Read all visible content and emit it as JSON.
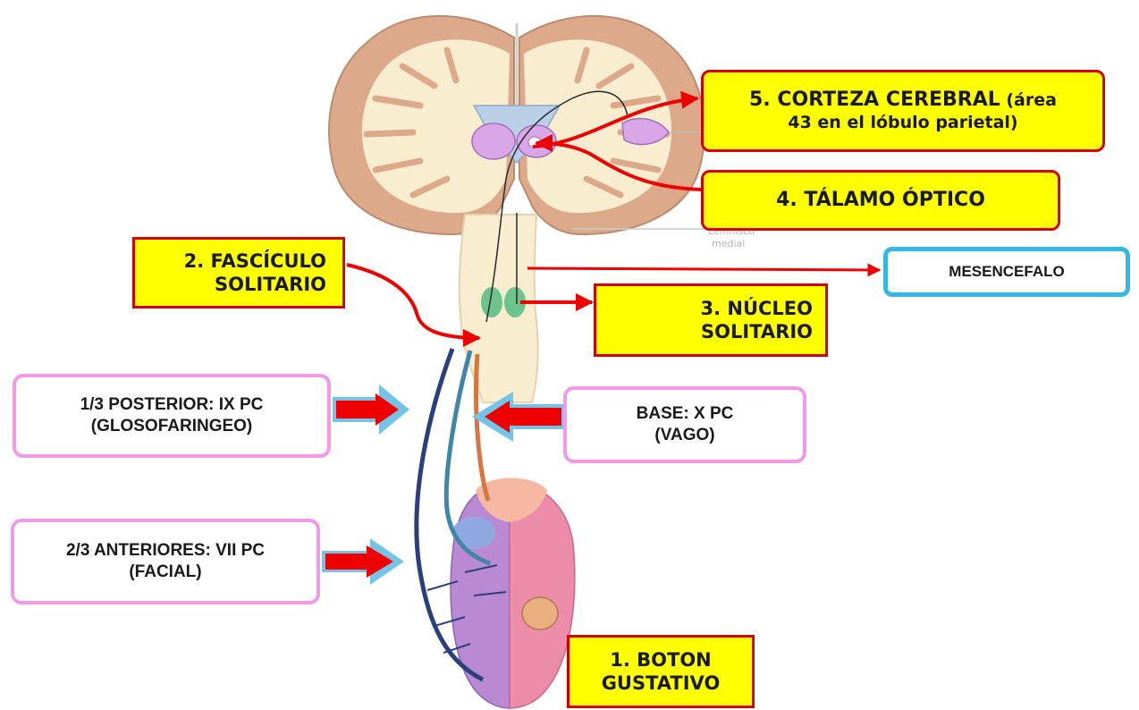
{
  "labels": {
    "corteza": {
      "line1": "5.  CORTEZA CEREBRAL",
      "line1_suffix": " (área",
      "line2": "43 en el lóbulo parietal)"
    },
    "talamo": {
      "text": "4.  TÁLAMO ÓPTICO"
    },
    "fasciculo": {
      "line1": "2.  FASCÍCULO",
      "line2": "SOLITARIO"
    },
    "nucleo": {
      "line1": "3.  NÚCLEO",
      "line2": "SOLITARIO"
    },
    "mesencefalo": {
      "text": "MESENCEFALO"
    },
    "posterior": {
      "line1": "1/3 POSTERIOR: IX PC",
      "line2": "(GLOSOFARINGEO)"
    },
    "base": {
      "line1": "BASE: X PC",
      "line2": "(VAGO)"
    },
    "anteriores": {
      "line1": "2/3 ANTERIORES: VII PC",
      "line2": "(FACIAL)"
    },
    "boton": {
      "line1": "1.  BOTON",
      "line2": "GUSTATIVO"
    },
    "faint_label": {
      "line1": "Lemnisco",
      "line2": "medial"
    }
  },
  "colors": {
    "label_fill": "#ffff00",
    "label_border": "#d40000",
    "nerve_box_border": "#f29ae8",
    "mesencefalo_border": "#34b7e6",
    "arrow_red": "#ee0000",
    "brain_cortex": "#dca98a",
    "brain_white_matter": "#f9edcf",
    "nucleus_green": "#6cc48c",
    "thalamus_purple": "#d9a6e8",
    "tongue_purple": "#b98ad3",
    "tongue_pink": "#ec8ca9",
    "nerve_navy": "#2b3f7a",
    "nerve_teal": "#3f87a6",
    "nerve_orange": "#d9753f"
  }
}
